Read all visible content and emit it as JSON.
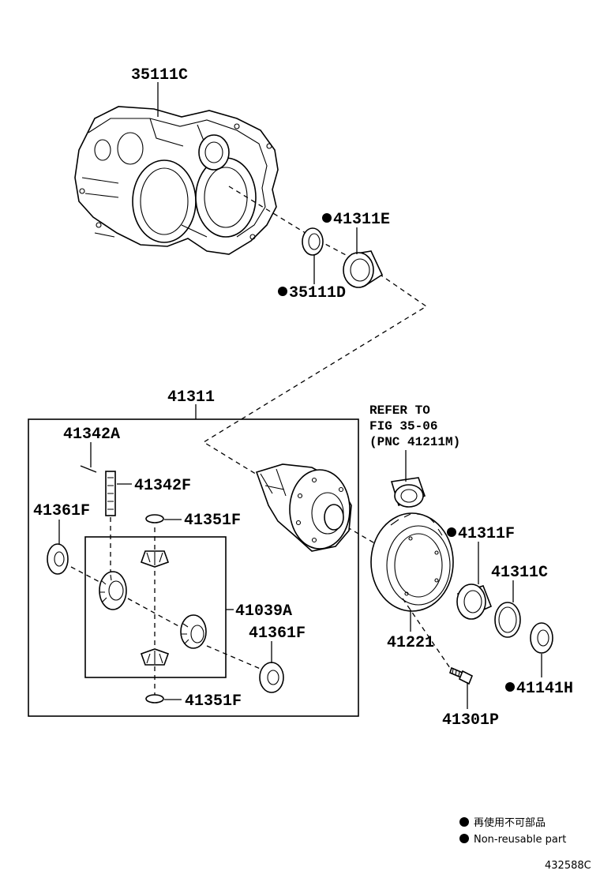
{
  "diagram": {
    "labels": {
      "p35111C": "35111C",
      "p41311E": "41311E",
      "p35111D": "35111D",
      "p41311": "41311",
      "p41342A": "41342A",
      "p41342F": "41342F",
      "p41361F_left": "41361F",
      "p41351F_top": "41351F",
      "p41039A": "41039A",
      "p41361F_right": "41361F",
      "p41351F_bottom": "41351F",
      "p41311F": "41311F",
      "p41311C": "41311C",
      "p41221": "41221",
      "p41141H": "41141H",
      "p41301P": "41301P"
    },
    "refer_note": {
      "line1": "REFER TO",
      "line2": "FIG 35-06",
      "line3": "(PNC 41211M)"
    }
  },
  "legend": {
    "line_jp": "再使用不可部品",
    "line_en": "Non-reusable part"
  },
  "figure_number": "432588C"
}
